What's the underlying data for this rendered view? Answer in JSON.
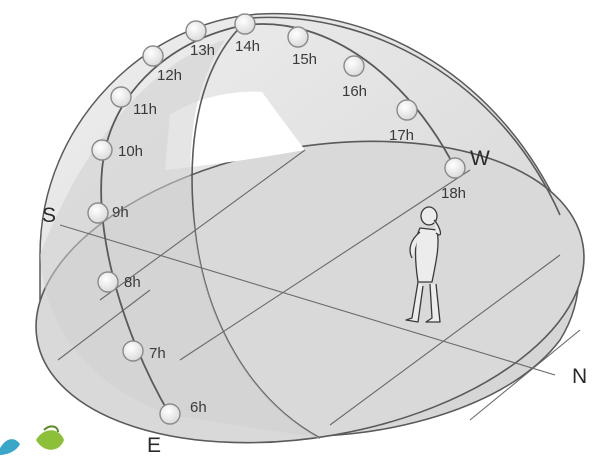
{
  "directions": {
    "south": "S",
    "west": "W",
    "north": "N",
    "east": "E"
  },
  "hours": [
    "6h",
    "7h",
    "8h",
    "9h",
    "10h",
    "11h",
    "12h",
    "13h",
    "14h",
    "15h",
    "16h",
    "17h",
    "18h"
  ],
  "colors": {
    "dome_fill": "#e4e4e4",
    "dome_shade": "#cfcfcf",
    "ground_fill": "#dcdcdc",
    "line": "#5a5a5a",
    "sun_fill": "#f2f2f2",
    "sun_stroke": "#8a8a8a",
    "text": "#3a3a3a"
  },
  "figure": {
    "icon": "person-observer-icon"
  },
  "corner_decoration": {
    "icon": "leaf-decoration-icon"
  }
}
